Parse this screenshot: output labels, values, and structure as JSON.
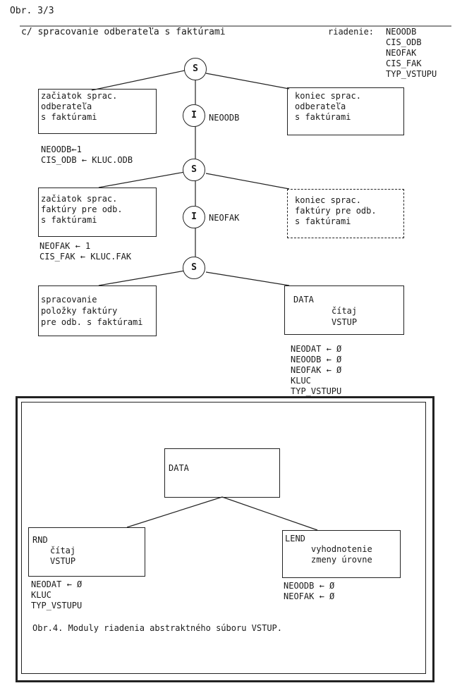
{
  "page_label": "Obr. 3/3",
  "part_c": {
    "title": "c/ spracovanie odberateľa s faktúrami",
    "control_label": "riadenie:",
    "control_items": [
      "NEOODB",
      "CIS_ODB",
      "NEOFAK",
      "CIS_FAK",
      "TYP_VSTUPU"
    ],
    "nodes": {
      "s1": "S",
      "i1": "I",
      "s2": "S",
      "i2": "I",
      "s3": "S"
    },
    "loop1_cond": "NEOODB",
    "loop2_cond": "NEOFAK",
    "boxes": {
      "start_odb": [
        "začiatok sprac.",
        "odberateľa",
        "s faktúrami"
      ],
      "end_odb": [
        "koniec sprac.",
        "odberateľa",
        "s faktúrami"
      ],
      "start_fak": [
        "začiatok sprac.",
        "faktúry pre odb.",
        "s faktúrami"
      ],
      "end_fak": [
        "koniec sprac.",
        "faktúry pre odb.",
        "s faktúrami"
      ],
      "polozka": [
        "spracovanie",
        "položky faktúry",
        "pre odb. s faktúrami"
      ],
      "data": [
        "DATA",
        "čítaj",
        "VSTUP"
      ]
    },
    "assign1": [
      "NEOODB←1",
      "CIS_ODB ← KLUC.ODB"
    ],
    "assign2": [
      "NEOFAK ← 1",
      "CIS_FAK ← KLUC.FAK"
    ],
    "data_outputs": [
      "NEODAT ← Ø",
      "NEOODB ← Ø",
      "NEOFAK ← Ø",
      "KLUC",
      "TYP_VSTUPU"
    ]
  },
  "figure4": {
    "data_box": "DATA",
    "rnd_box": [
      "RND",
      "čítaj",
      "VSTUP"
    ],
    "lend_box": [
      "LEND",
      "vyhodnotenie",
      "zmeny úrovne"
    ],
    "rnd_outputs": [
      "NEODAT ← Ø",
      "KLUC",
      "TYP_VSTUPU"
    ],
    "lend_outputs": [
      "NEOODB ← Ø",
      "NEOFAK ← Ø"
    ],
    "caption": "Obr.4. Moduly riadenia abstraktného súboru VSTUP."
  }
}
